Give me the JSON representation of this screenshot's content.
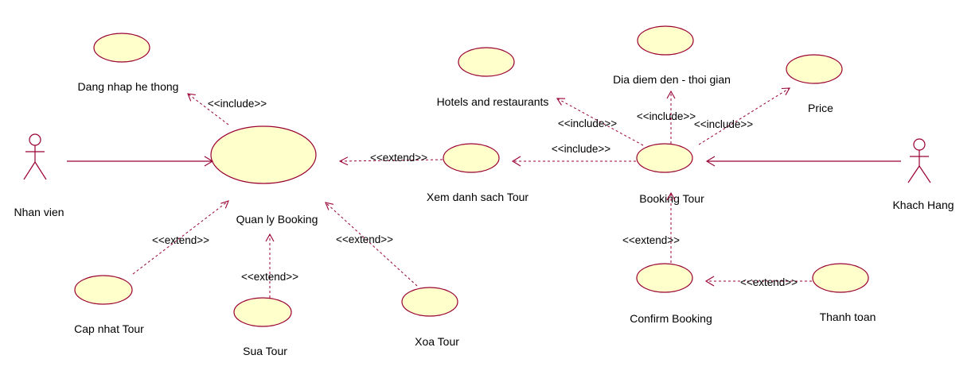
{
  "actors": {
    "nhan_vien": "Nhan vien",
    "khach_hang": "Khach Hang"
  },
  "use_cases": {
    "dang_nhap": "Dang nhap he thong",
    "quan_ly_booking": "Quan ly Booking",
    "cap_nhat_tour": "Cap nhat Tour",
    "sua_tour": "Sua Tour",
    "xoa_tour": "Xoa Tour",
    "xem_danh_sach_tour": "Xem danh sach Tour",
    "hotels": "Hotels and restaurants",
    "dia_diem": "Dia diem den - thoi gian",
    "price": "Price",
    "booking_tour": "Booking Tour",
    "confirm_booking": "Confirm Booking",
    "thanh_toan": "Thanh toan"
  },
  "stereotypes": {
    "include": "<<include>>",
    "extend": "<<extend>>"
  },
  "colors": {
    "line": "#990033",
    "use_case_fill": "#ffffcc"
  }
}
